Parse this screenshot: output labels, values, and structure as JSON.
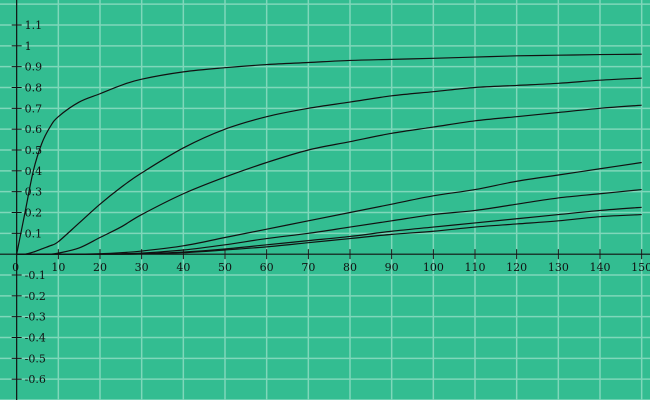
{
  "chart_data": {
    "type": "line",
    "title": "",
    "xlabel": "",
    "ylabel": "",
    "xlim": [
      -4,
      152
    ],
    "ylim": [
      -0.7,
      1.22
    ],
    "grid": true,
    "legend": "none",
    "x_ticks": [
      10,
      20,
      30,
      40,
      50,
      60,
      70,
      80,
      90,
      100,
      110,
      120,
      130,
      140,
      150
    ],
    "y_ticks": [
      -0.6,
      -0.5,
      -0.4,
      -0.3,
      -0.2,
      -0.1,
      0.1,
      0.2,
      0.3,
      0.4,
      0.5,
      0.6,
      0.7,
      0.8,
      0.9,
      1,
      1.1
    ],
    "x_tick_labels": [
      "10",
      "20",
      "30",
      "40",
      "50",
      "60",
      "70",
      "80",
      "90",
      "100",
      "110",
      "120",
      "130",
      "140",
      "150"
    ],
    "y_tick_labels": [
      "-0.6",
      "-0.5",
      "-0.4",
      "-0.3",
      "-0.2",
      "-0.1",
      "0.1",
      "0.2",
      "0.3",
      "0.4",
      "0.5",
      "0.6",
      "0.7",
      "0.8",
      "0.9",
      "1",
      "1.1"
    ],
    "origin_label": "0",
    "x": [
      0,
      2,
      4,
      6,
      8,
      10,
      15,
      20,
      25,
      30,
      40,
      50,
      60,
      70,
      80,
      90,
      100,
      110,
      120,
      130,
      140,
      150
    ],
    "series": [
      {
        "values": [
          0,
          0.2,
          0.4,
          0.53,
          0.61,
          0.66,
          0.73,
          0.77,
          0.81,
          0.84,
          0.875,
          0.895,
          0.91,
          0.92,
          0.93,
          0.935,
          0.94,
          0.946,
          0.952,
          0.955,
          0.958,
          0.96
        ]
      },
      {
        "values": [
          0,
          0,
          0.01,
          0.025,
          0.04,
          0.06,
          0.15,
          0.24,
          0.32,
          0.39,
          0.51,
          0.6,
          0.66,
          0.7,
          0.73,
          0.76,
          0.78,
          0.8,
          0.81,
          0.82,
          0.835,
          0.845
        ]
      },
      {
        "values": [
          0,
          0,
          0,
          0,
          0,
          0.005,
          0.03,
          0.08,
          0.13,
          0.19,
          0.29,
          0.37,
          0.44,
          0.5,
          0.54,
          0.58,
          0.61,
          0.64,
          0.66,
          0.68,
          0.7,
          0.715
        ]
      },
      {
        "values": [
          0,
          0,
          0,
          0,
          0,
          0,
          0,
          0.002,
          0.007,
          0.015,
          0.04,
          0.08,
          0.12,
          0.16,
          0.2,
          0.24,
          0.28,
          0.31,
          0.35,
          0.38,
          0.41,
          0.44
        ]
      },
      {
        "values": [
          0,
          0,
          0,
          0,
          0,
          0,
          0,
          0,
          0.002,
          0.005,
          0.02,
          0.045,
          0.075,
          0.1,
          0.13,
          0.16,
          0.19,
          0.21,
          0.24,
          0.27,
          0.29,
          0.31
        ]
      },
      {
        "values": [
          0,
          0,
          0,
          0,
          0,
          0,
          0,
          0,
          0,
          0.002,
          0.01,
          0.025,
          0.045,
          0.065,
          0.085,
          0.11,
          0.13,
          0.15,
          0.17,
          0.19,
          0.21,
          0.225
        ]
      },
      {
        "values": [
          0,
          0,
          0,
          0,
          0,
          0,
          0,
          0,
          0,
          0.001,
          0.007,
          0.02,
          0.035,
          0.055,
          0.075,
          0.095,
          0.11,
          0.13,
          0.145,
          0.16,
          0.18,
          0.19
        ]
      }
    ]
  },
  "colors": {
    "background": "#33bd91",
    "grid": "#7fd7ba",
    "axis": "#111111",
    "series": "#111111"
  }
}
